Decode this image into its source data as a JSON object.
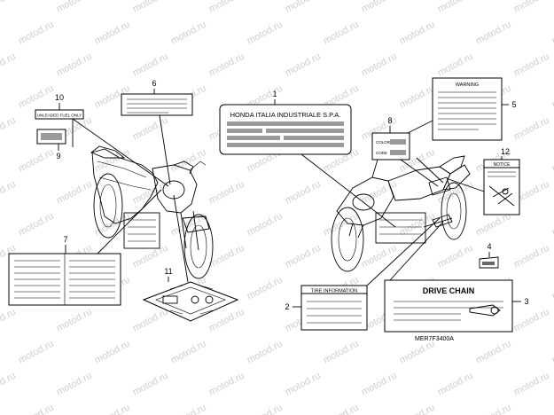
{
  "diagram": {
    "code": "MER7F3400A",
    "watermark": "motod.ru",
    "callouts": [
      {
        "n": "1",
        "label": "HONDA ITALIA INDUSTRIALE S.P.A."
      },
      {
        "n": "2",
        "label": ""
      },
      {
        "n": "3",
        "label": "DRIVE CHAIN"
      },
      {
        "n": "4",
        "label": ""
      },
      {
        "n": "5",
        "label": "WARNING"
      },
      {
        "n": "6",
        "label": ""
      },
      {
        "n": "7",
        "label": ""
      },
      {
        "n": "8",
        "label": ""
      },
      {
        "n": "9",
        "label": ""
      },
      {
        "n": "10",
        "label": "UNLEADED FUEL ONLY"
      },
      {
        "n": "11",
        "label": ""
      },
      {
        "n": "12",
        "label": "NOTICE"
      }
    ],
    "small_labels": {
      "tire_info": "TIRE INFORMATION",
      "color": "COLOR",
      "code": "CODE"
    }
  }
}
